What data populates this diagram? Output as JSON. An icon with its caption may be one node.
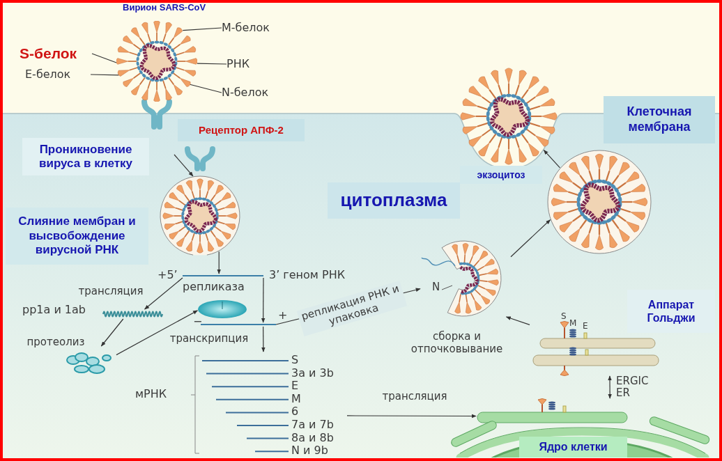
{
  "diagram": {
    "nodes": [
      {
        "text": [],
        "shape": "picture",
        "beside": [
          "Вирион SARS-CoV"
        ]
      },
      {
        "text": [
          "S-белок"
        ]
      },
      {
        "text": [
          "E-белок"
        ]
      },
      {
        "text": [
          "M-белок"
        ]
      },
      {
        "text": [
          "РНК"
        ]
      },
      {
        "text": [
          "N-белок"
        ]
      },
      {
        "text": [
          "Рецептор АПФ-2"
        ]
      },
      {
        "text": [
          "Проникновение вируса в клетку"
        ]
      },
      {
        "text": [
          "Слияние мембран и высвобождение вирусной РНК"
        ]
      },
      {
        "text": [],
        "shape": "picture"
      },
      {
        "text": [
          "цитоплазма"
        ]
      },
      {
        "text": [
          "Клеточная мембрана"
        ]
      },
      {
        "text": [],
        "shape": "picture"
      },
      {
        "text": [
          "экзоцитоз"
        ]
      },
      {
        "text": [],
        "shape": "picture"
      },
      {
        "text": [],
        "shape": "picture",
        "beside": [
          "N"
        ]
      },
      {
        "text": [
          "Аппарат Гольджи"
        ]
      },
      {
        "text": [
          "S",
          "M",
          "E"
        ],
        "beside": [
          "ERGIC"
        ]
      },
      {
        "text": [],
        "shape": "picture",
        "beside": [
          "ER"
        ]
      },
      {
        "text": [
          "Ядро клетки"
        ],
        "in": 18
      },
      {
        "text": [],
        "shape": "bar",
        "beside": [
          "+5’",
          "3’ геном РНК"
        ]
      },
      {
        "text": [],
        "shape": "ellipse",
        "beside": [
          "репликаза"
        ]
      },
      {
        "text": [],
        "shape": "picture",
        "beside": [
          "pp1a и 1ab"
        ]
      },
      {
        "text": [],
        "shape": "picture"
      },
      {
        "text": [],
        "shape": "bar",
        "beside": [
          "−",
          "+"
        ]
      },
      {
        "text": [],
        "shape": "picture",
        "beside": [
          "мРНК",
          "S",
          "3a и 3b",
          "E",
          "M",
          "6",
          "7a и 7b",
          "8a и 8b",
          "N и 9b"
        ]
      }
    ],
    "edges": [
      {
        "from": 1,
        "to": 0,
        "arrow": "none"
      },
      {
        "from": 2,
        "to": 0,
        "arrow": "none"
      },
      {
        "from": 3,
        "to": 0,
        "arrow": "none"
      },
      {
        "from": 4,
        "to": 0,
        "arrow": "none"
      },
      {
        "from": 5,
        "to": 0,
        "arrow": "none"
      },
      {
        "from": null,
        "to": 9,
        "arrow": "to"
      },
      {
        "from": 9,
        "to": 20,
        "arrow": "to"
      },
      {
        "from": 20,
        "to": 22,
        "arrow": "to",
        "label": "трансляция"
      },
      {
        "from": 22,
        "to": 23,
        "arrow": "to",
        "label": "протеолиз"
      },
      {
        "from": 23,
        "to": 21,
        "arrow": "to"
      },
      {
        "from": 20,
        "to": 24,
        "arrow": "to"
      },
      {
        "from": 24,
        "to": 25,
        "arrow": "to",
        "label": "транскрипция"
      },
      {
        "from": 24,
        "to": 15,
        "arrow": "to",
        "label": "репликация РНК и упаковка"
      },
      {
        "from": 25,
        "to": 18,
        "arrow": "to",
        "label": "трансляция"
      },
      {
        "from": 18,
        "to": 17,
        "arrow": "both"
      },
      {
        "from": 17,
        "to": 15,
        "arrow": "to",
        "label": "сборка и отпочковывание"
      },
      {
        "from": 15,
        "to": 14,
        "arrow": "to"
      },
      {
        "from": 14,
        "to": 12,
        "arrow": "to"
      }
    ]
  }
}
